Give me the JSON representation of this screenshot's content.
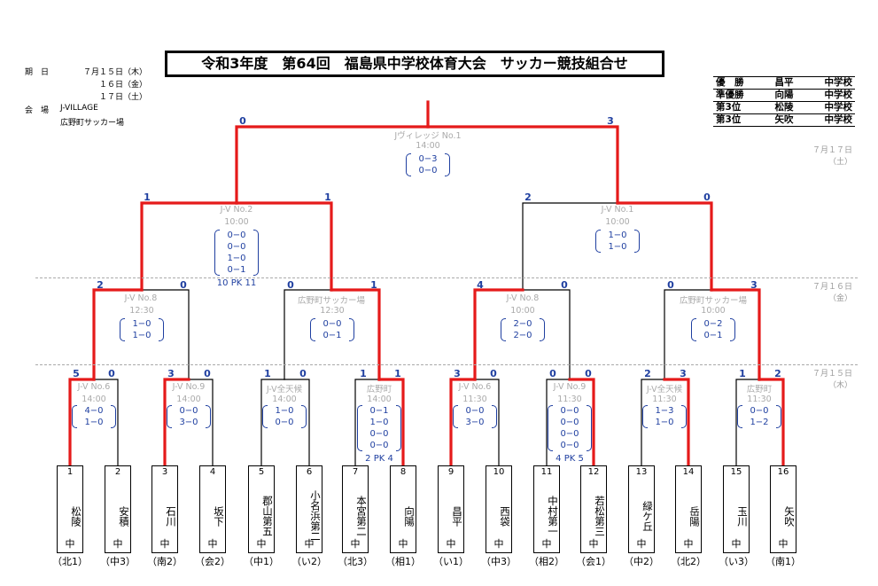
{
  "title": "令和3年度　第64回　福島県中学校体育大会　サッカー競技組合せ",
  "info": {
    "date_label": "期　日",
    "date1": "７月１５日（木）",
    "date2": "１６日（金）",
    "date3": "１７日（土）",
    "venue_label": "会　場",
    "venue1": "J-VILLAGE",
    "venue2": "広野町サッカー場"
  },
  "results": [
    {
      "rank": "優　勝",
      "school": "昌平",
      "suffix": "中学校"
    },
    {
      "rank": "準優勝",
      "school": "向陽",
      "suffix": "中学校"
    },
    {
      "rank": "第3位",
      "school": "松陵",
      "suffix": "中学校"
    },
    {
      "rank": "第3位",
      "school": "矢吹",
      "suffix": "中学校"
    }
  ],
  "dates": {
    "d17": "７月１７日\n（土）",
    "d16": "７月１６日\n（金）",
    "d15": "７月１５日\n（木）"
  },
  "teams": [
    {
      "num": "1",
      "name": "松陵",
      "region": "（北1）"
    },
    {
      "num": "2",
      "name": "安積",
      "region": "（中3）"
    },
    {
      "num": "3",
      "name": "石川",
      "region": "（南2）"
    },
    {
      "num": "4",
      "name": "坂下",
      "region": "（会2）"
    },
    {
      "num": "5",
      "name": "郡山第五",
      "region": "（中1）"
    },
    {
      "num": "6",
      "name": "小名浜第二",
      "region": "（い2）"
    },
    {
      "num": "7",
      "name": "本宮第二",
      "region": "（北3）"
    },
    {
      "num": "8",
      "name": "向陽",
      "region": "（相1）"
    },
    {
      "num": "9",
      "name": "昌平",
      "region": "（い1）"
    },
    {
      "num": "10",
      "name": "西袋",
      "region": "（中3）"
    },
    {
      "num": "11",
      "name": "中村第一",
      "region": "（相2）"
    },
    {
      "num": "12",
      "name": "若松第三",
      "region": "（会1）"
    },
    {
      "num": "13",
      "name": "緑ケ丘",
      "region": "（中2）"
    },
    {
      "num": "14",
      "name": "岳陽",
      "region": "（北2）"
    },
    {
      "num": "15",
      "name": "玉川",
      "region": "（い3）"
    },
    {
      "num": "16",
      "name": "矢吹",
      "region": "（南1）"
    }
  ],
  "chu": "中",
  "matches": {
    "r1_1": {
      "venue": "J-V No.6",
      "time": "14:00",
      "sets": [
        "4−0",
        "1−0"
      ],
      "s1": "5",
      "s2": "0"
    },
    "r1_2": {
      "venue": "J-V No.9",
      "time": "14:00",
      "sets": [
        "0−0",
        "3−0"
      ],
      "s1": "3",
      "s2": "0"
    },
    "r1_3": {
      "venue": "J-V全天候",
      "time": "14:00",
      "sets": [
        "1−0",
        "0−0"
      ],
      "s1": "1",
      "s2": "0"
    },
    "r1_4": {
      "venue": "広野町",
      "time": "14:00",
      "sets": [
        "0−1",
        "1−0",
        "0−0",
        "0−0"
      ],
      "s1": "1",
      "s2": "1",
      "pk": "2 PK 4"
    },
    "r1_5": {
      "venue": "J-V No.6",
      "time": "11:30",
      "sets": [
        "0−0",
        "3−0"
      ],
      "s1": "3",
      "s2": "0"
    },
    "r1_6": {
      "venue": "J-V No.9",
      "time": "11:30",
      "sets": [
        "0−0",
        "0−0",
        "0−0",
        "0−0"
      ],
      "s1": "0",
      "s2": "0",
      "pk": "4 PK 5"
    },
    "r1_7": {
      "venue": "J-V全天候",
      "time": "11:30",
      "sets": [
        "1−3",
        "1−0"
      ],
      "s1": "2",
      "s2": "3"
    },
    "r1_8": {
      "venue": "広野町",
      "time": "11:30",
      "sets": [
        "0−0",
        "1−2"
      ],
      "s1": "1",
      "s2": "2"
    },
    "qf_1": {
      "venue": "J-V No.8",
      "time": "12:30",
      "sets": [
        "1−0",
        "1−0"
      ],
      "s1": "2",
      "s2": "0"
    },
    "qf_2": {
      "venue": "広野町サッカー場",
      "time": "12:30",
      "sets": [
        "0−0",
        "0−1"
      ],
      "s1": "0",
      "s2": "1"
    },
    "qf_3": {
      "venue": "J-V No.8",
      "time": "10:00",
      "sets": [
        "2−0",
        "2−0"
      ],
      "s1": "4",
      "s2": "0"
    },
    "qf_4": {
      "venue": "広野町サッカー場",
      "time": "10:00",
      "sets": [
        "0−2",
        "0−1"
      ],
      "s1": "0",
      "s2": "3"
    },
    "sf_1": {
      "venue": "J-V No.2",
      "time": "10:00",
      "sets": [
        "0−0",
        "0−0",
        "1−0",
        "0−1"
      ],
      "s1": "1",
      "s2": "1",
      "pk": "10 PK 11"
    },
    "sf_2": {
      "venue": "J-V No.1",
      "time": "10:00",
      "sets": [
        "1−0",
        "1−0"
      ],
      "s1": "2",
      "s2": "0"
    },
    "final": {
      "venue": "Jヴィレッジ No.1",
      "time": "14:00",
      "sets": [
        "0−3",
        "0−0"
      ],
      "s1": "0",
      "s2": "3"
    }
  }
}
